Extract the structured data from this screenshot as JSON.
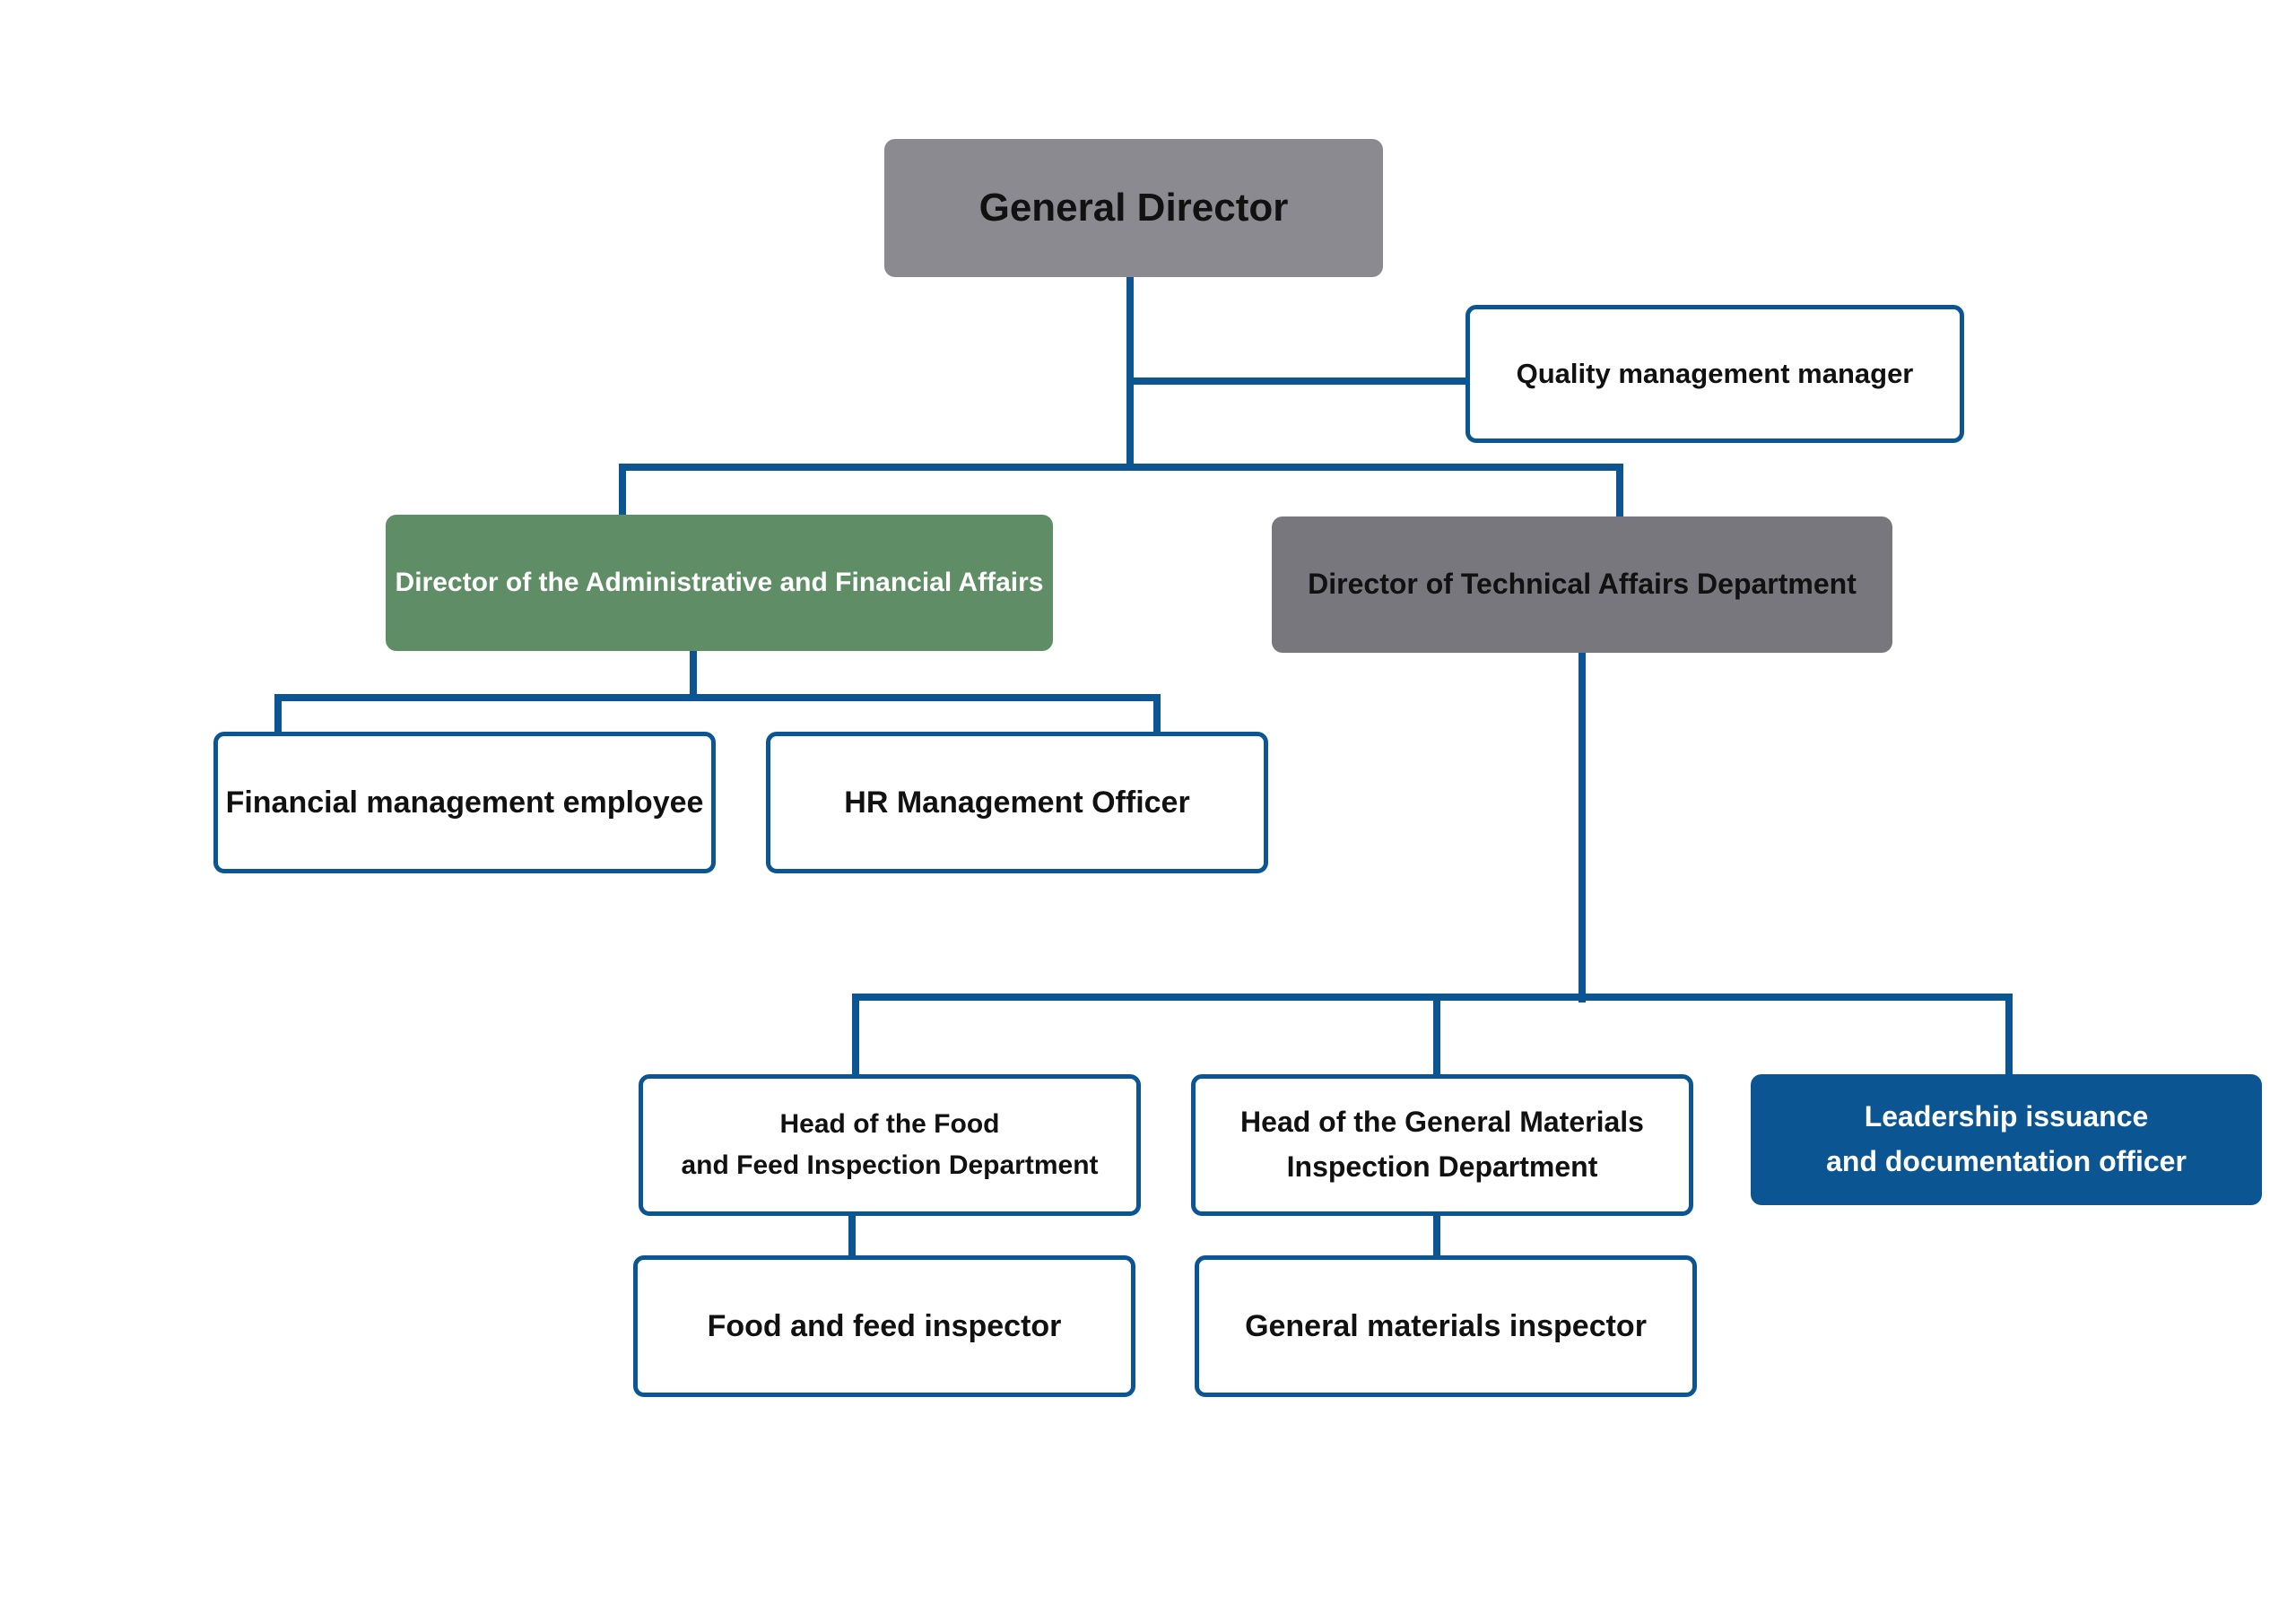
{
  "colors": {
    "connector": "#0b5592",
    "general_director_fill": "#8a8a90",
    "admin_director_fill": "#5f8d66",
    "technical_director_fill": "#77777d",
    "leadership_officer_fill": "#0b5592",
    "outline": "#0b5592",
    "light_text": "#ffffff",
    "dark_text": "#111111"
  },
  "nodes": {
    "general_director": {
      "label": "General Director"
    },
    "quality_manager": {
      "label": "Quality management manager"
    },
    "admin_director": {
      "label": "Director of the Administrative and Financial Affairs"
    },
    "technical_director": {
      "label": "Director of Technical Affairs Department"
    },
    "financial_employee": {
      "label": "Financial management employee"
    },
    "hr_officer": {
      "label": "HR Management Officer"
    },
    "food_feed_head": {
      "line1": "Head of the Food",
      "line2": "and Feed Inspection Department"
    },
    "general_materials_head": {
      "line1": "Head of the General Materials",
      "line2": "Inspection Department"
    },
    "leadership_officer": {
      "line1": "Leadership issuance",
      "line2": "and documentation officer"
    },
    "food_feed_inspector": {
      "label": "Food and feed inspector"
    },
    "general_materials_inspector": {
      "label": "General materials inspector"
    }
  }
}
